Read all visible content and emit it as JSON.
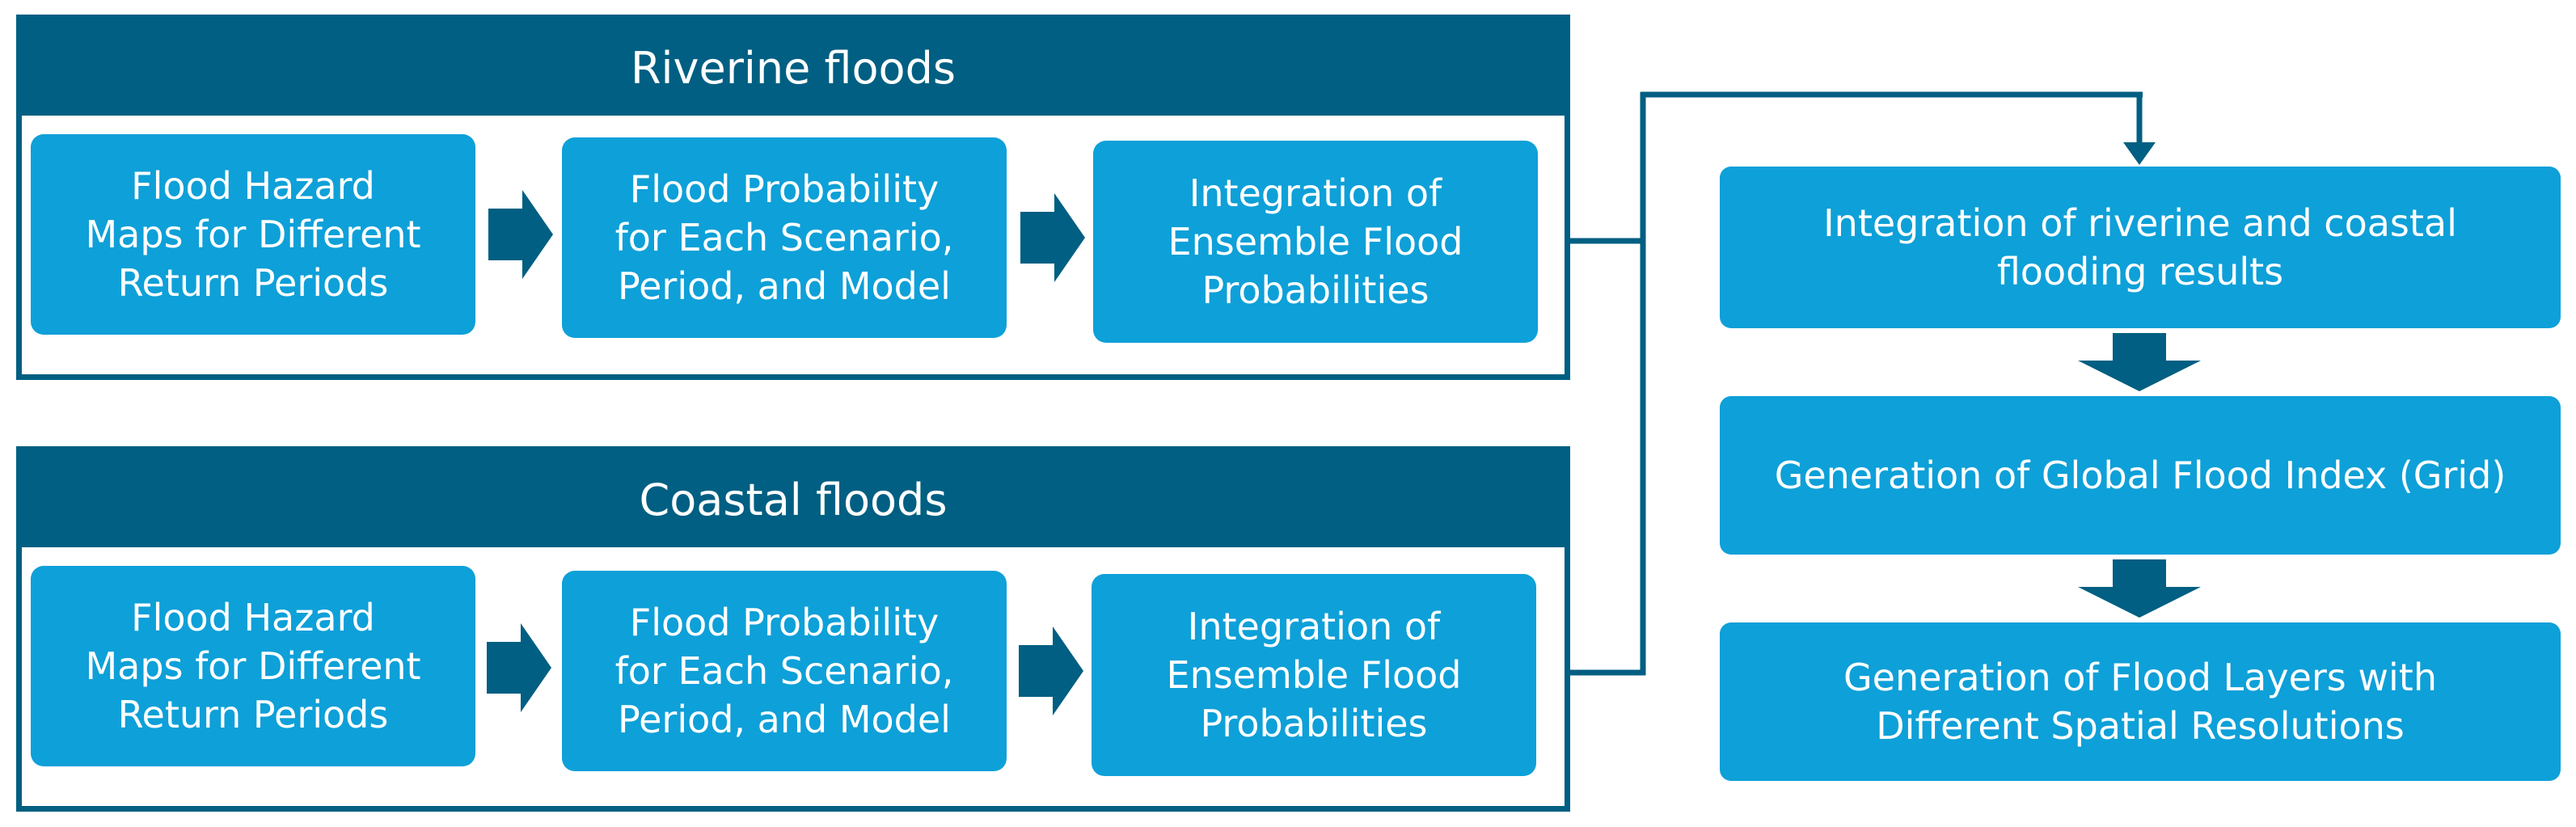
{
  "riverine": {
    "title": "Riverine floods",
    "steps": [
      "Flood Hazard\nMaps for Different\nReturn Periods",
      "Flood Probability\nfor Each Scenario,\nPeriod, and Model",
      "Integration of\nEnsemble Flood\nProbabilities"
    ]
  },
  "coastal": {
    "title": "Coastal floods",
    "steps": [
      "Flood Hazard\nMaps for Different\nReturn Periods",
      "Flood Probability\nfor Each Scenario,\nPeriod, and Model",
      "Integration of\nEnsemble Flood\nProbabilities"
    ]
  },
  "outputs": [
    "Integration of riverine and coastal\nflooding results",
    "Generation of Global Flood Index (Grid)",
    "Generation of Flood Layers with\nDifferent Spatial Resolutions"
  ],
  "colors": {
    "dark_blue": "#005f82",
    "box_blue": "#0ea0d8"
  }
}
